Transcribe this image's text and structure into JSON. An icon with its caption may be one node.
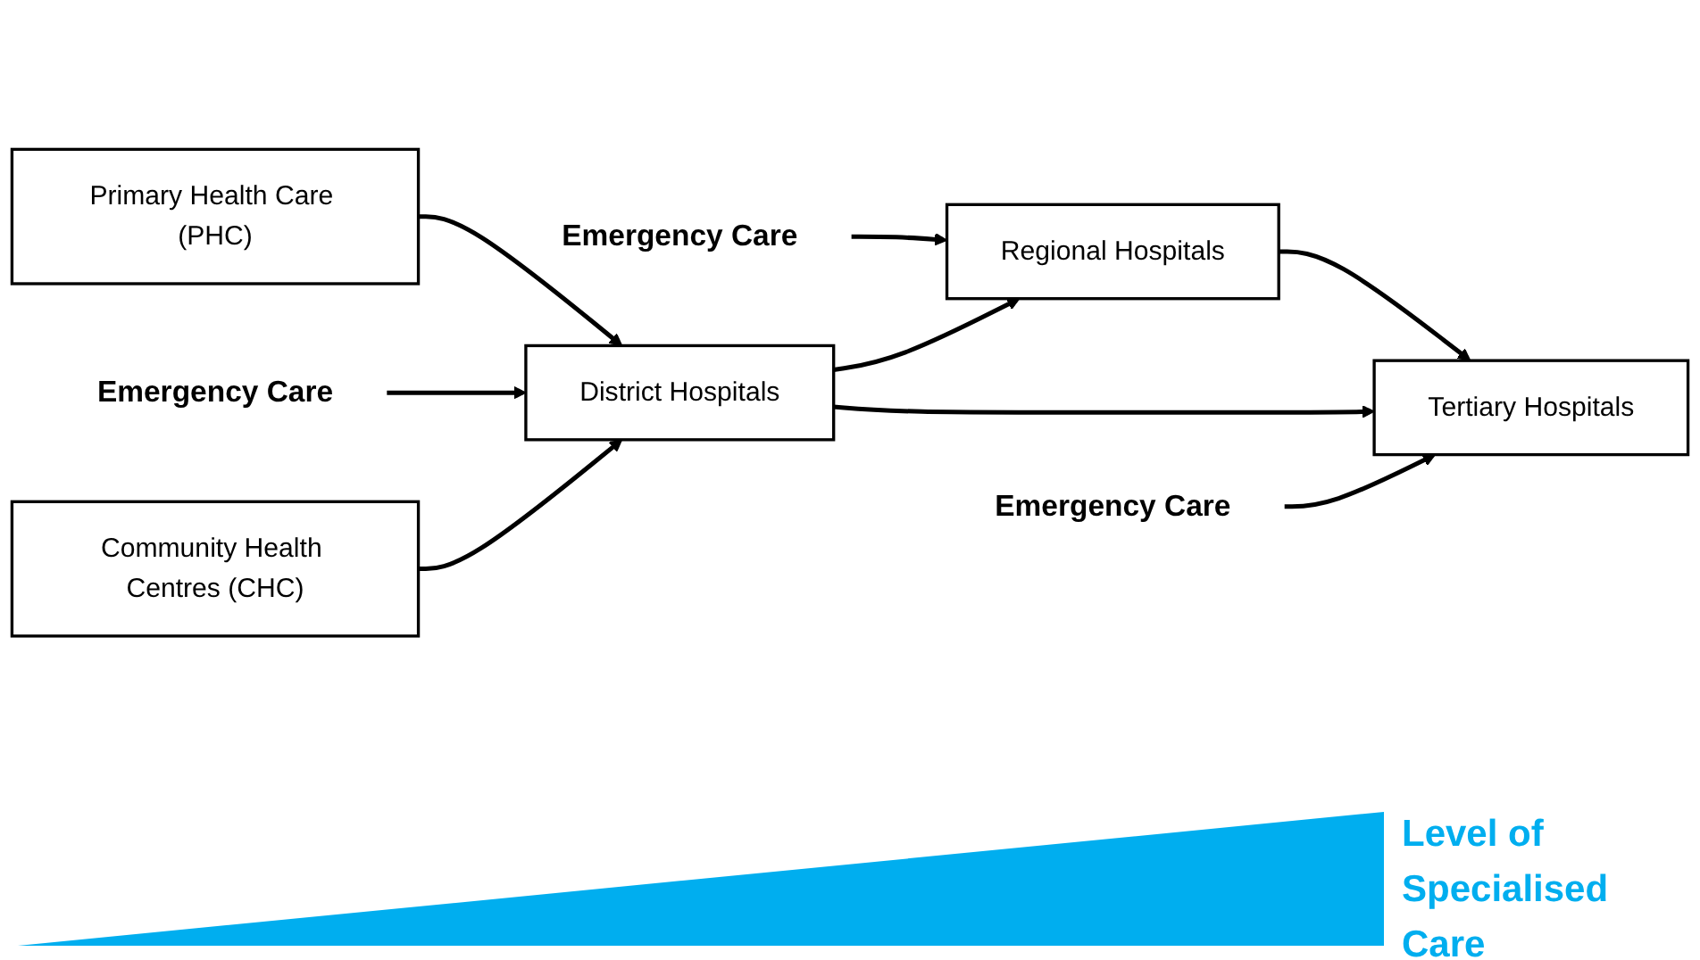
{
  "diagram": {
    "nodes": [
      {
        "text": [
          "Primary Health Care (PHC)"
        ]
      },
      {
        "text": [
          "Emergency Care"
        ]
      },
      {
        "text": [
          "Emergency Care"
        ]
      },
      {
        "text": [
          "District Hospitals"
        ]
      },
      {
        "text": [
          "Regional Hospitals"
        ]
      },
      {
        "text": [
          "Community Health Centres (CHC)"
        ]
      },
      {
        "text": [
          "Tertiary Hospitals"
        ]
      },
      {
        "text": [
          "Emergency Care"
        ]
      },
      {
        "text": [],
        "shape": "triangle",
        "beside": [
          "Level of Specialised Care"
        ]
      }
    ],
    "edges": [
      {
        "from": 0,
        "to": 3,
        "arrow": "to"
      },
      {
        "from": 1,
        "to": 3,
        "arrow": "to"
      },
      {
        "from": 2,
        "to": 4,
        "arrow": "to"
      },
      {
        "from": 5,
        "to": 3,
        "arrow": "to"
      },
      {
        "from": 3,
        "to": 4,
        "arrow": "to"
      },
      {
        "from": 4,
        "to": 6,
        "arrow": "to"
      },
      {
        "from": 3,
        "to": 6,
        "arrow": "to"
      },
      {
        "from": 7,
        "to": 6,
        "arrow": "to"
      }
    ]
  }
}
